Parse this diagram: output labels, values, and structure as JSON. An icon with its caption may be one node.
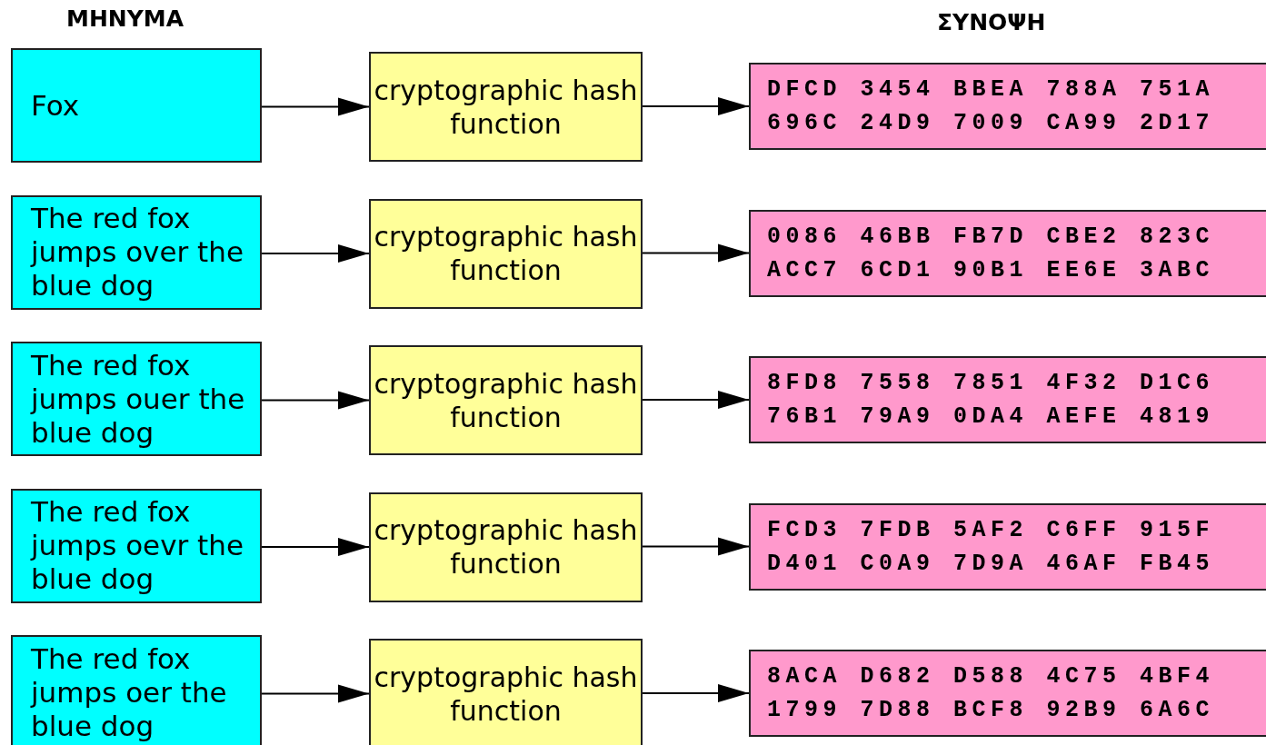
{
  "diagram": {
    "nodes": [
      {
        "text": [
          "Fox"
        ]
      },
      {
        "text": [
          "cryptographic hash function"
        ]
      },
      {
        "text": [
          "DFCD 3454 BBEA 788A 751A 696C 24D9 7009 CA99 2D17"
        ]
      },
      {
        "text": [
          "The red fox jumps over the blue dog"
        ]
      },
      {
        "text": [
          "cryptographic hash function"
        ]
      },
      {
        "text": [
          "0086 46BB FB7D CBE2 823C ACC7 6CD1 90B1 EE6E 3ABC"
        ]
      },
      {
        "text": [
          "The red fox jumps ouer the blue dog"
        ]
      },
      {
        "text": [
          "cryptographic hash function"
        ]
      },
      {
        "text": [
          "8FD8 7558 7851 4F32 D1C6 76B1 79A9 0DA4 AEFE 4819"
        ]
      },
      {
        "text": [
          "The red fox jumps oevr the blue dog"
        ]
      },
      {
        "text": [
          "cryptographic hash function"
        ]
      },
      {
        "text": [
          "FCD3 7FDB 5AF2 C6FF 915F D401 C0A9 7D9A 46AF FB45"
        ]
      },
      {
        "text": [
          "The red fox jumps oer the blue dog"
        ]
      },
      {
        "text": [
          "cryptographic hash function"
        ]
      },
      {
        "text": [
          "8ACA D682 D588 4C75 4BF4 1799 7D88 BCF8 92B9 6A6C"
        ]
      }
    ],
    "edges": [
      {
        "from": 0,
        "to": 1,
        "arrow": "to"
      },
      {
        "from": 1,
        "to": 2,
        "arrow": "to"
      },
      {
        "from": 3,
        "to": 4,
        "arrow": "to"
      },
      {
        "from": 4,
        "to": 5,
        "arrow": "to"
      },
      {
        "from": 6,
        "to": 7,
        "arrow": "to"
      },
      {
        "from": 7,
        "to": 8,
        "arrow": "to"
      },
      {
        "from": 9,
        "to": 10,
        "arrow": "to"
      },
      {
        "from": 10,
        "to": 11,
        "arrow": "to"
      },
      {
        "from": 12,
        "to": 13,
        "arrow": "to"
      },
      {
        "from": 13,
        "to": 14,
        "arrow": "to"
      }
    ],
    "labels": [
      "ΜΗΝΥΜΑ",
      "ΣΥΝΟΨΗ"
    ]
  }
}
